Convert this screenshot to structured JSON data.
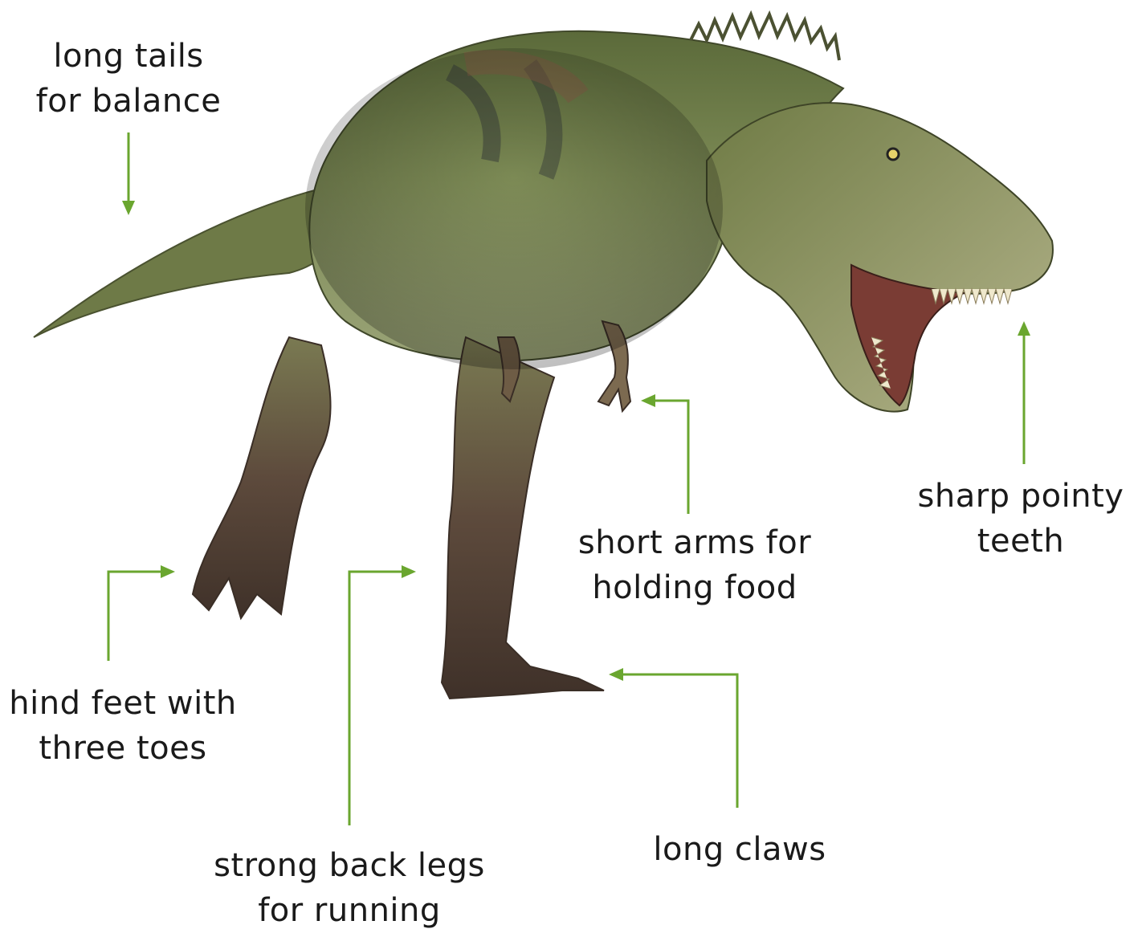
{
  "diagram": {
    "subject": "dinosaur-illustration",
    "colors": {
      "arrow": "#6aa62f",
      "text": "#1a1a1a",
      "background": "#ffffff"
    },
    "labels": {
      "tail": {
        "line1": "long tails",
        "line2": "for balance"
      },
      "teeth": {
        "line1": "sharp pointy",
        "line2": "teeth"
      },
      "arms": {
        "line1": "short arms for",
        "line2": "holding food"
      },
      "feet": {
        "line1": "hind feet with",
        "line2": "three toes"
      },
      "legs": {
        "line1": "strong back legs",
        "line2": "for running"
      },
      "claws": {
        "line1": "long claws"
      }
    }
  }
}
